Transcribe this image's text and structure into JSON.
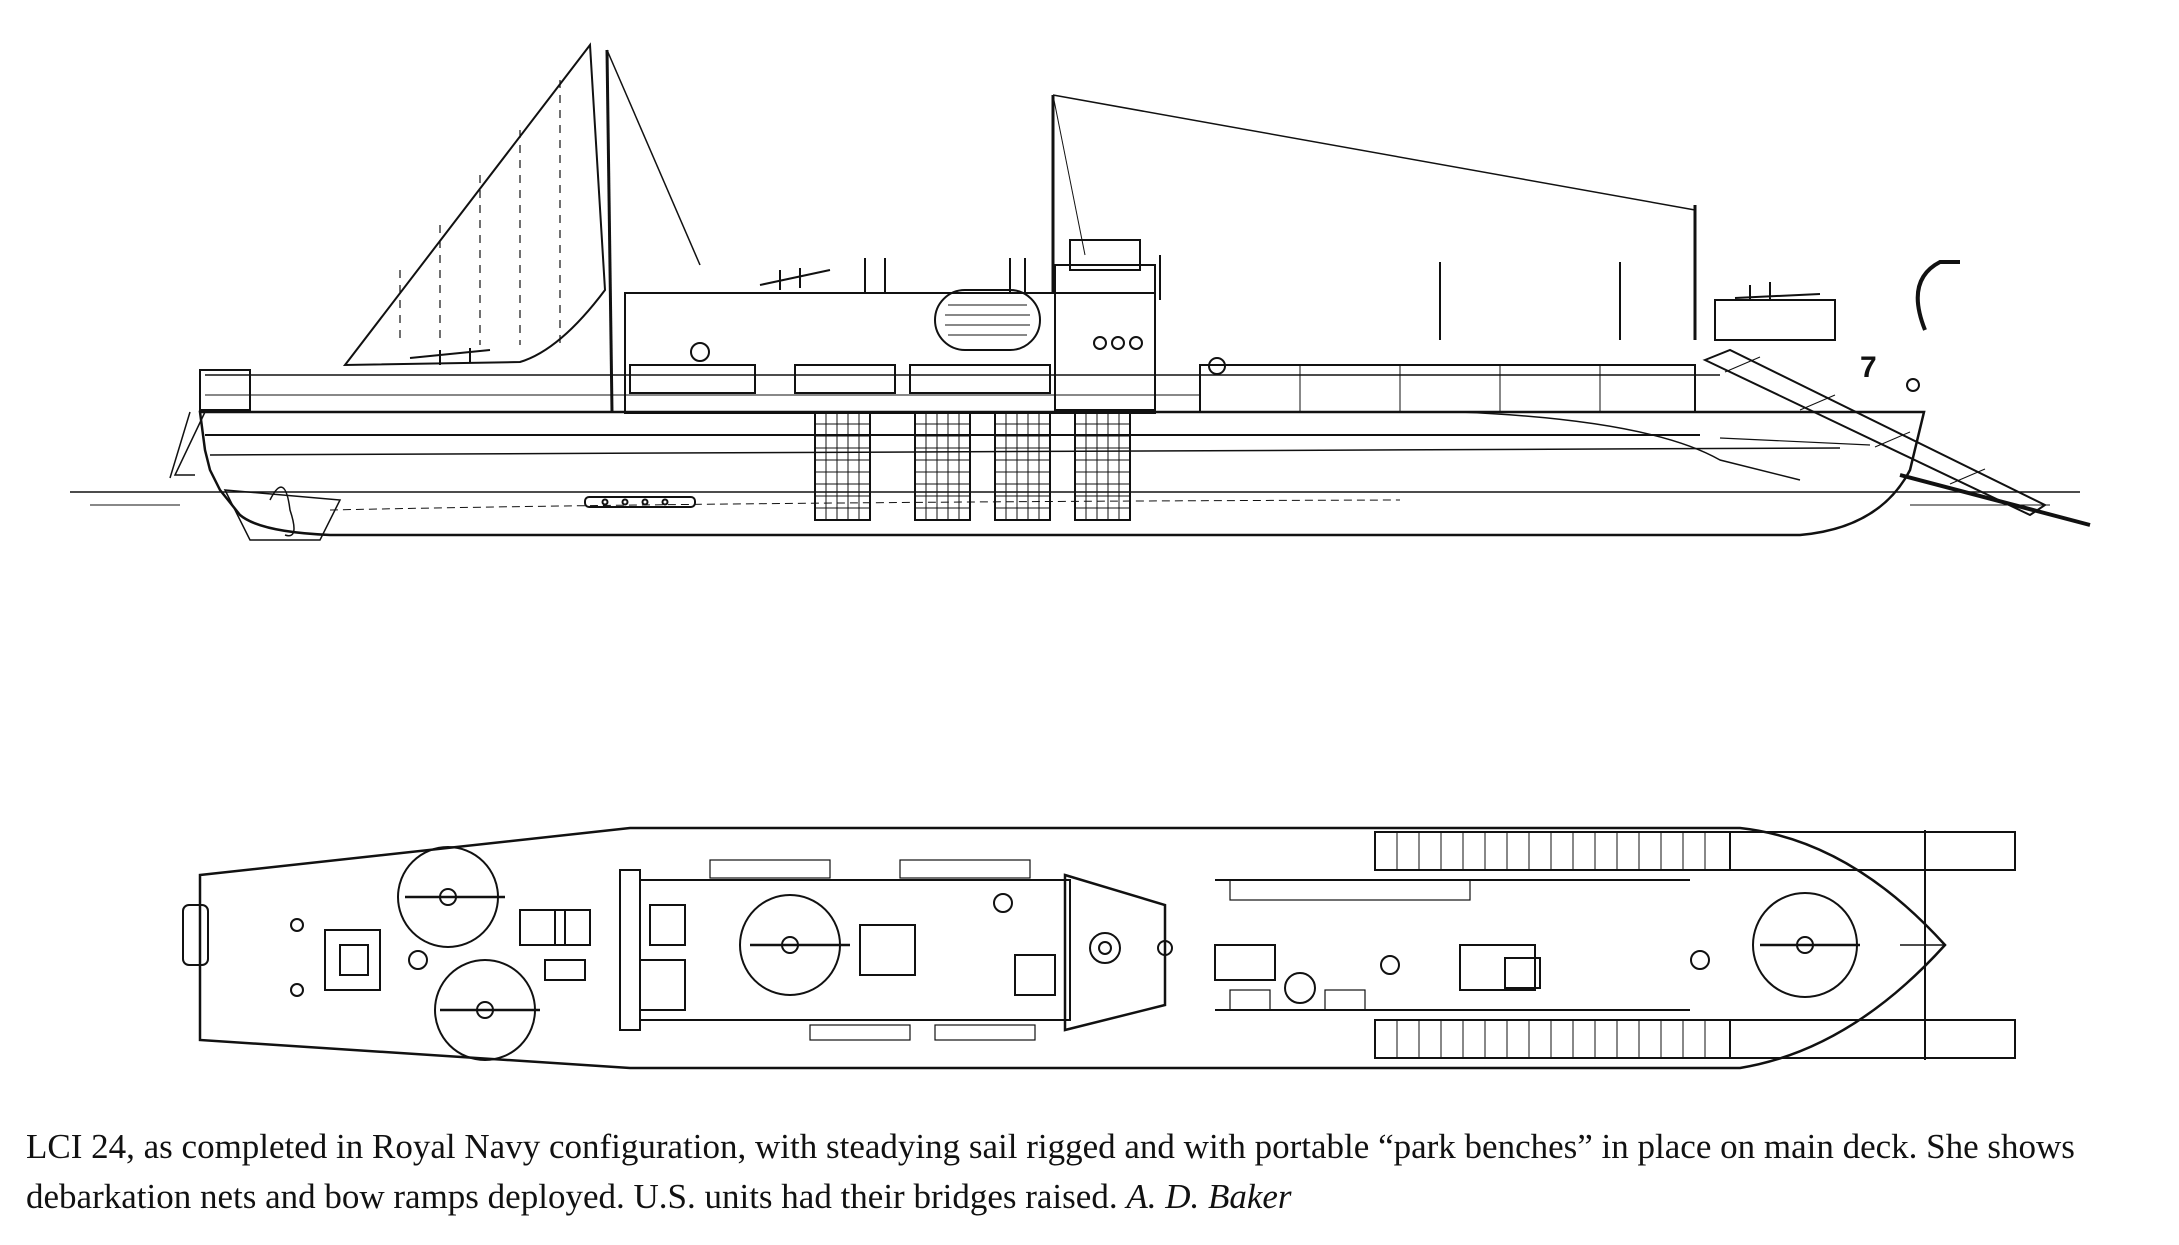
{
  "drawing": {
    "hull_number": "7"
  },
  "caption": {
    "text": "LCI 24, as completed in Royal Navy configuration, with steadying sail rigged and with portable “park benches” in place on main deck. She shows debarkation nets and bow ramps deployed. U.S. units had their bridges raised.",
    "credit": "A. D. Baker"
  }
}
